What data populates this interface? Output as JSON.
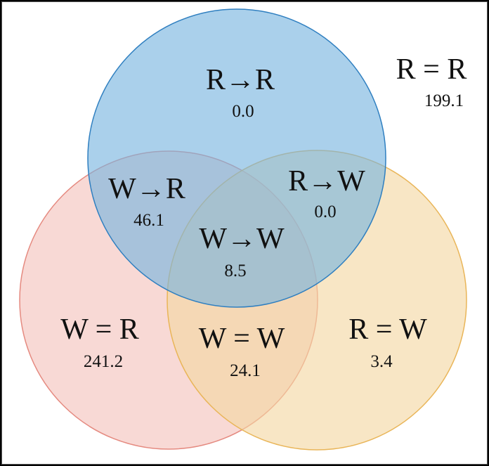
{
  "colors": {
    "blue_fill": "#9dc7e7",
    "blue_stroke": "#2f7fc0",
    "red_fill": "#f3c1bc",
    "red_stroke": "#e58a80",
    "orange_fill": "#f4d7a2",
    "orange_stroke": "#e9b558"
  },
  "regions": {
    "outside": {
      "label": "R = R",
      "value": "199.1"
    },
    "blue_only": {
      "label": "R→R",
      "value": "0.0"
    },
    "red_only": {
      "label": "W = R",
      "value": "241.2"
    },
    "orange_only": {
      "label": "R = W",
      "value": "3.4"
    },
    "blue_red": {
      "label": "W→R",
      "value": "46.1"
    },
    "blue_orange": {
      "label": "R→W",
      "value": "0.0"
    },
    "red_orange": {
      "label": "W = W",
      "value": "24.1"
    },
    "center": {
      "label": "W→W",
      "value": "8.5"
    }
  }
}
